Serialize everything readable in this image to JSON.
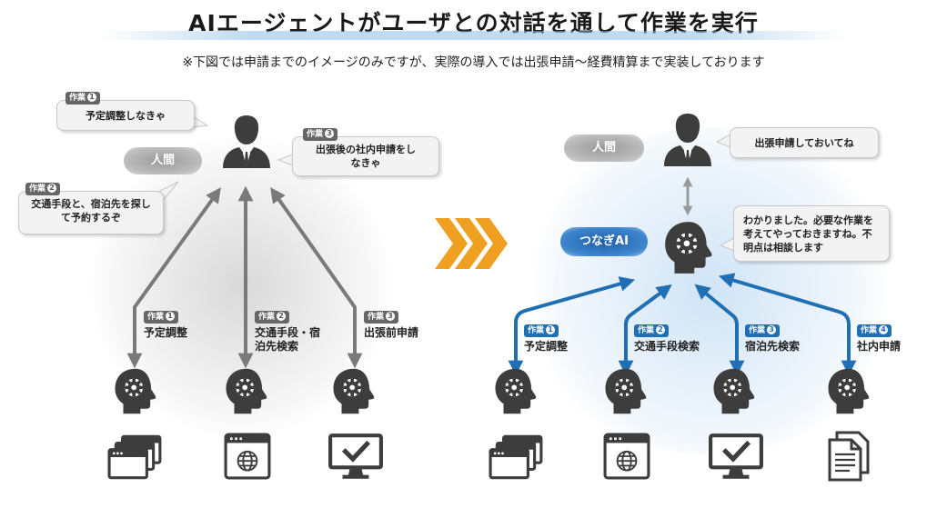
{
  "title": "AIエージェントがユーザとの対話を通して作業を実行",
  "subtitle": "※下図では申請までのイメージのみですが、実際の導入では出張申請〜経費精算まで実装しております",
  "colors": {
    "gray_arrow": "#7a7a7a",
    "blue_arrow": "#1f6fb5",
    "chevron": "#f0a020",
    "icon": "#3d3d3d"
  },
  "left": {
    "human_label": "人間",
    "bubbles": [
      {
        "tag": "作業",
        "num": "1",
        "text": "予定調整しなきゃ"
      },
      {
        "tag": "作業",
        "num": "2",
        "text": "交通手段と、宿泊先を探して予約するぞ"
      },
      {
        "tag": "作業",
        "num": "3",
        "text": "出張後の社内申請をしなきゃ"
      }
    ],
    "tasks": [
      {
        "tag": "作業",
        "num": "1",
        "label": "予定調整",
        "icon": "window-stack-icon"
      },
      {
        "tag": "作業",
        "num": "2",
        "label": "交通手段・宿泊先検索",
        "icon": "browser-globe-icon"
      },
      {
        "tag": "作業",
        "num": "3",
        "label": "出張前申請",
        "icon": "monitor-check-icon"
      }
    ]
  },
  "right": {
    "human_label": "人間",
    "human_bubble": "出張申請しておいてね",
    "ai_label": "つなぎAI",
    "ai_bubble": "わかりました。必要な作業を考えてやっておきますね。不明点は相談します",
    "tasks": [
      {
        "tag": "作業",
        "num": "1",
        "label": "予定調整",
        "icon": "window-stack-icon"
      },
      {
        "tag": "作業",
        "num": "2",
        "label": "交通手段検索",
        "icon": "browser-globe-icon"
      },
      {
        "tag": "作業",
        "num": "3",
        "label": "宿泊先検索",
        "icon": "monitor-check-icon"
      },
      {
        "tag": "作業",
        "num": "4",
        "label": "社内申請",
        "icon": "document-icon"
      }
    ]
  }
}
